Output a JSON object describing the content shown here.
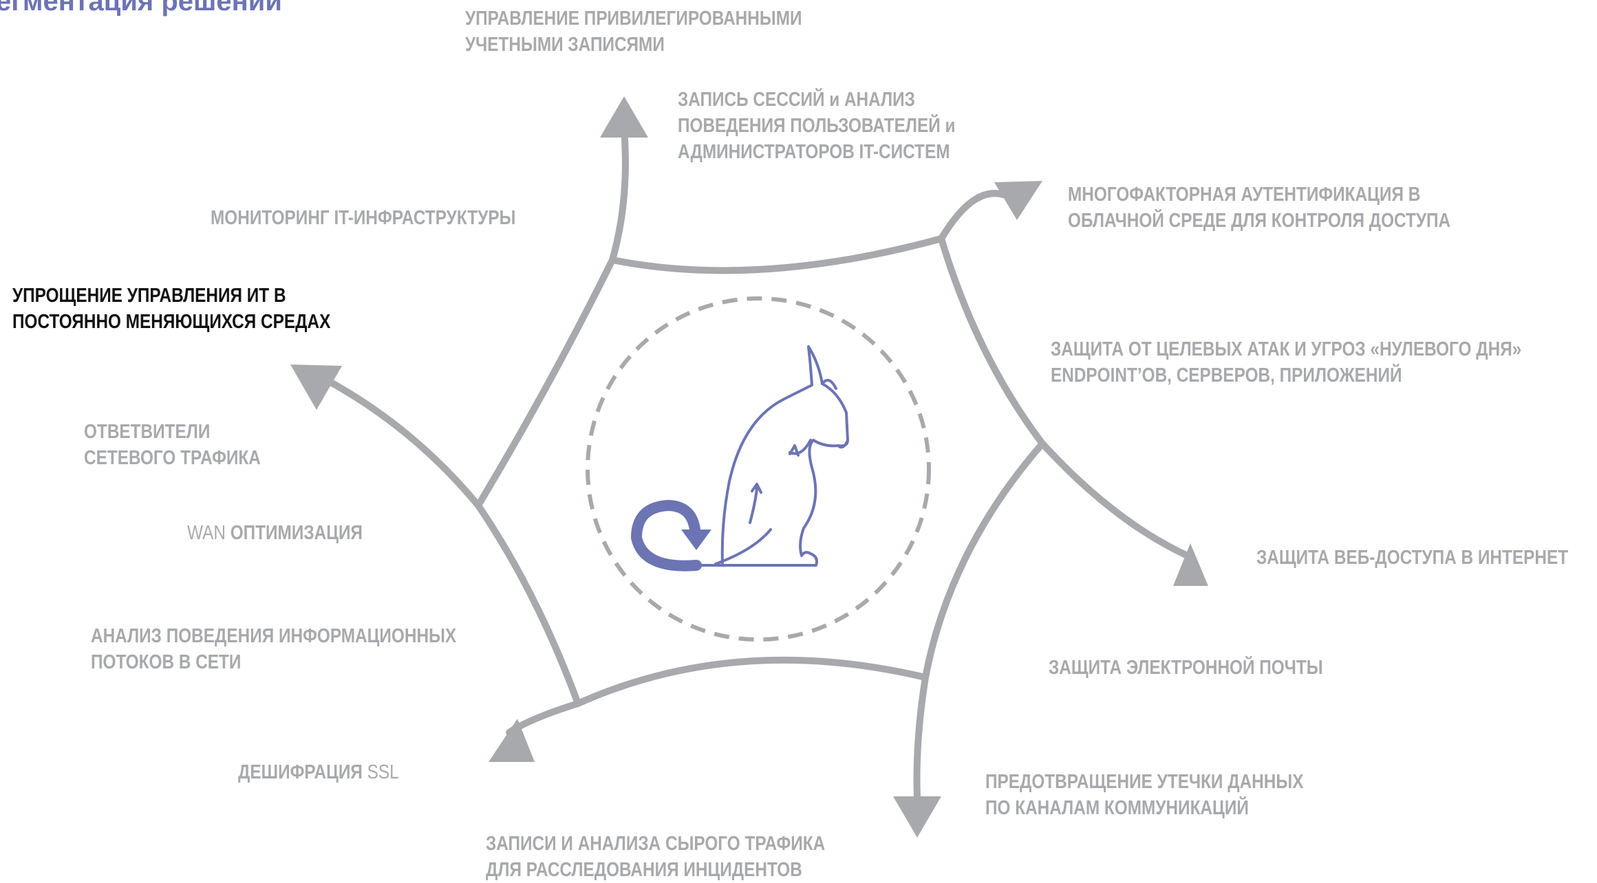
{
  "title": "егментация решений",
  "colors": {
    "arrow": "#a7a9ac",
    "circle": "#a7a9ac",
    "mascot": "#6c74b4",
    "label": "#a7a9ac",
    "highlight": "#111111",
    "title": "#6c74b4"
  },
  "center_icon": "cat-mascot-icon",
  "labels": {
    "pam": [
      "УПРАВЛЕНИЕ ПРИВИЛЕГИРОВАННЫМИ",
      "УЧЕТНЫМИ ЗАПИСЯМИ"
    ],
    "sessions": [
      "ЗАПИСЬ СЕССИЙ и АНАЛИЗ",
      "ПОВЕДЕНИЯ ПОЛЬЗОВАТЕЛЕЙ и",
      "АДМИНИСТРАТОРОВ IT-СИСТЕМ"
    ],
    "mfa": [
      "МНОГОФАКТОРНАЯ АУТЕНТИФИКАЦИЯ В",
      "ОБЛАЧНОЙ СРЕДЕ ДЛЯ КОНТРОЛЯ ДОСТУПА"
    ],
    "monitoring": "МОНИТОРИНГ IT-ИНФРАСТРУКТУРЫ",
    "simplify": [
      "УПРОЩЕНИЕ УПРАВЛЕНИЯ ИТ В",
      "ПОСТОЯННО МЕНЯЮЩИХСЯ СРЕДАХ"
    ],
    "targeted": [
      "ЗАЩИТА ОТ ЦЕЛЕВЫХ АТАК И УГРОЗ «НУЛЕВОГО ДНЯ»",
      "ENDPOINT’ОВ, СЕРВЕРОВ, ПРИЛОЖЕНИЙ"
    ],
    "taps": [
      "ОТВЕТВИТЕЛИ",
      "СЕТЕВОГО ТРАФИКА"
    ],
    "wan": {
      "prefix": "WAN",
      "rest": " ОПТИМИЗАЦИЯ"
    },
    "web": "ЗАЩИТА ВЕБ-ДОСТУПА В ИНТЕРНЕТ",
    "flows": [
      "АНАЛИЗ ПОВЕДЕНИЯ ИНФОРМАЦИОННЫХ",
      "ПОТОКОВ В СЕТИ"
    ],
    "email": "ЗАЩИТА ЭЛЕКТРОННОЙ ПОЧТЫ",
    "ssl": {
      "prefix": "ДЕШИФРАЦИЯ",
      "rest": " SSL"
    },
    "dlp": [
      "ПРЕДОТВРАЩЕНИЕ УТЕЧКИ ДАННЫХ",
      "ПО КАНАЛАМ КОММУНИКАЦИЙ"
    ],
    "raw": [
      "ЗАПИСИ И АНАЛИЗА СЫРОГО ТРАФИКА",
      "ДЛЯ РАССЛЕДОВАНИЯ ИНЦИДЕНТОВ"
    ]
  }
}
